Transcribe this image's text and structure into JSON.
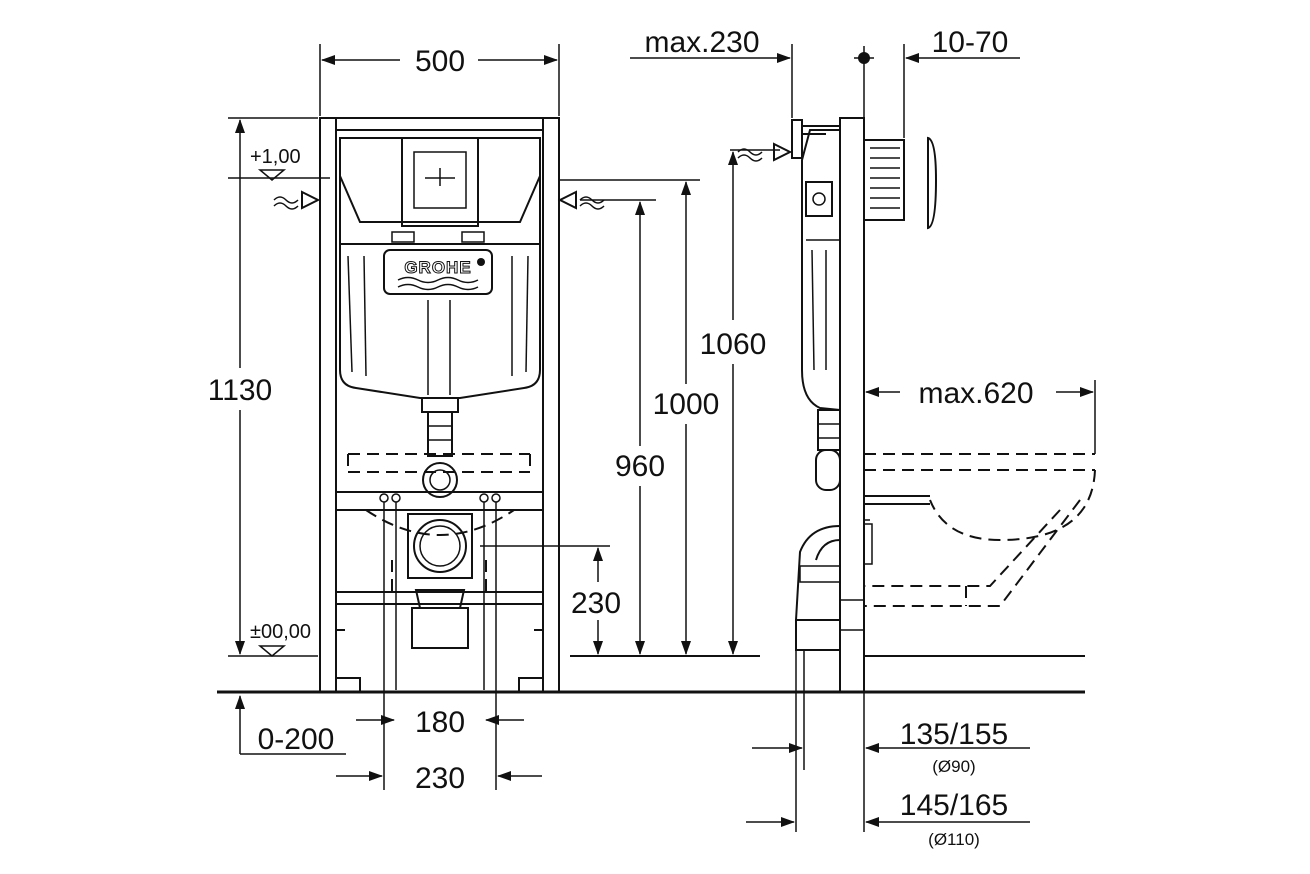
{
  "brand": "GROHE",
  "front_view": {
    "width": "500",
    "height": "1130",
    "level_top": "+1,00",
    "level_zero": "±00,00",
    "h_1060": "1060",
    "h_1000": "1000",
    "h_960": "960",
    "h_230": "230",
    "offset_0_200": "0-200",
    "spacing_180": "180",
    "spacing_230": "230"
  },
  "side_view": {
    "max_230": "max.230",
    "depth_10_70": "10-70",
    "max_620": "max.620",
    "d_135_155": "135/155",
    "d_90": "(Ø90)",
    "d_145_165": "145/165",
    "d_110": "(Ø110)"
  }
}
